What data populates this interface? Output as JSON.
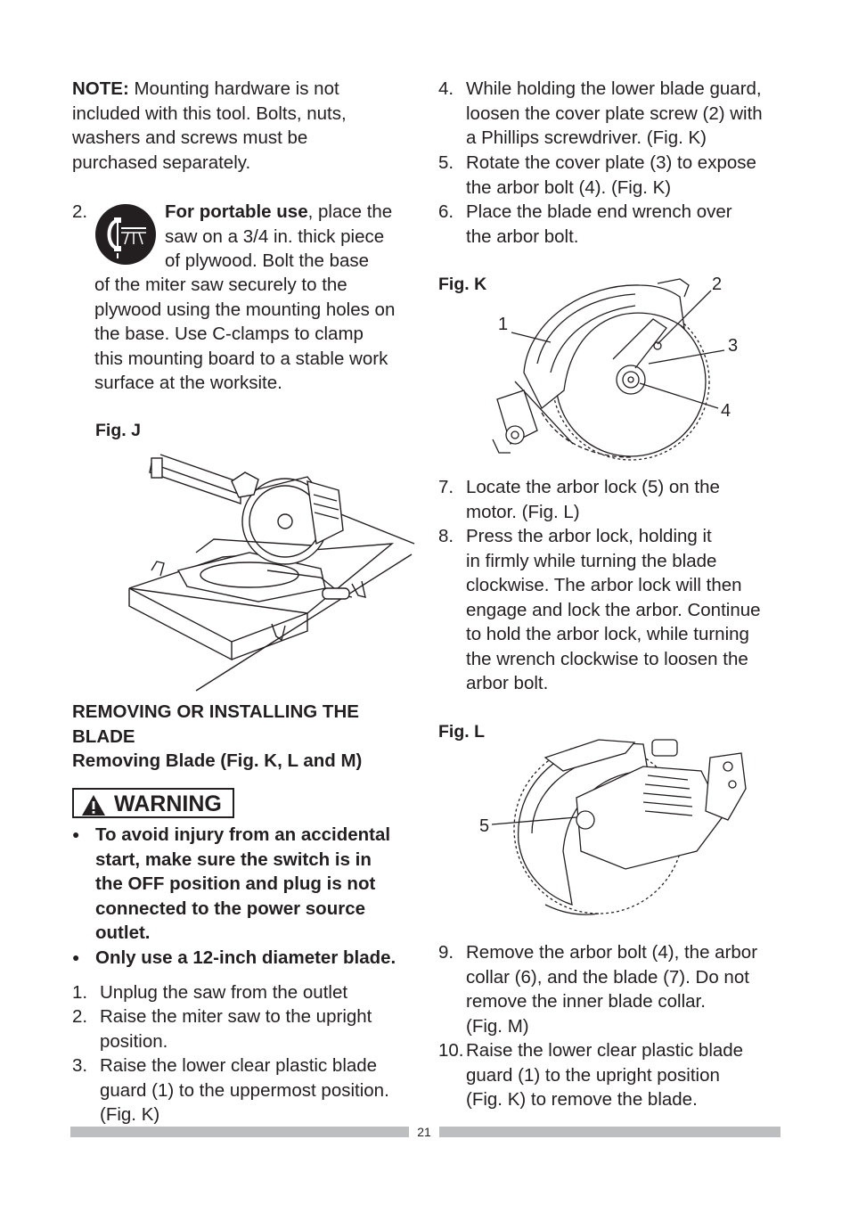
{
  "left": {
    "note_label": "NOTE:",
    "note_lines": [
      "Mounting hardware is not",
      "included with this tool. Bolts, nuts,",
      "washers and screws must be",
      "purchased separately."
    ],
    "step2_num": "2.",
    "step2_bold": "For portable use",
    "step2_lines": [
      ", place the",
      "saw on a 3/4 in. thick piece",
      "of plywood. Bolt the base",
      "of the miter saw securely to the",
      "plywood using the mounting holes on",
      "the base. Use C-clamps to clamp",
      "this mounting board to a stable work",
      "surface at the worksite."
    ],
    "fig_j_label": "Fig. J",
    "heading_lines": [
      "REMOVING OR INSTALLING THE",
      "BLADE"
    ],
    "subheading": "Removing Blade (Fig. K, L and M)",
    "warning_label": "WARNING",
    "bullets": [
      [
        "To avoid injury from an accidental",
        "start, make sure the switch is in",
        "the OFF position and plug is not",
        "connected to the power source",
        "outlet."
      ],
      [
        "Only use a 12-inch diameter blade."
      ]
    ],
    "steps": [
      {
        "num": "1.",
        "lines": [
          "Unplug the saw from the outlet"
        ]
      },
      {
        "num": "2.",
        "lines": [
          "Raise the miter saw to the upright",
          "position."
        ]
      },
      {
        "num": "3.",
        "lines": [
          "Raise the lower clear plastic blade",
          "guard (1) to the uppermost position.",
          "(Fig. K)"
        ]
      }
    ]
  },
  "right": {
    "steps_a": [
      {
        "num": "4.",
        "lines": [
          "While holding the lower blade guard,",
          "loosen the cover plate screw (2) with",
          "a Phillips screwdriver. (Fig. K)"
        ]
      },
      {
        "num": "5.",
        "lines": [
          "Rotate the cover plate (3) to expose",
          "the arbor bolt (4). (Fig. K)"
        ]
      },
      {
        "num": "6.",
        "lines": [
          "Place the blade end wrench over",
          "the arbor bolt."
        ]
      }
    ],
    "fig_k_label": "Fig. K",
    "fig_k_callouts": [
      "1",
      "2",
      "3",
      "4"
    ],
    "steps_b": [
      {
        "num": "7.",
        "lines": [
          "Locate the arbor lock (5) on the",
          "motor. (Fig. L)"
        ]
      },
      {
        "num": "8.",
        "lines": [
          "Press the arbor lock, holding it",
          "in firmly while turning the blade",
          "clockwise. The arbor lock will then",
          "engage and lock the arbor. Continue",
          "to hold the arbor lock, while turning",
          "the wrench clockwise to loosen the",
          "arbor bolt."
        ]
      }
    ],
    "fig_l_label": "Fig. L",
    "fig_l_callouts": [
      "5"
    ],
    "steps_c": [
      {
        "num": "9.",
        "lines": [
          "Remove the arbor bolt (4), the arbor",
          "collar (6), and the blade (7). Do not",
          "remove the inner blade collar.",
          "(Fig. M)"
        ]
      },
      {
        "num": "10.",
        "lines": [
          "Raise the lower clear plastic blade",
          "guard (1) to the upright position",
          "(Fig. K) to remove the blade."
        ]
      }
    ]
  },
  "footer": {
    "page_number": "21"
  },
  "colors": {
    "text": "#231f20",
    "footer_bar": "#bcbec0"
  }
}
